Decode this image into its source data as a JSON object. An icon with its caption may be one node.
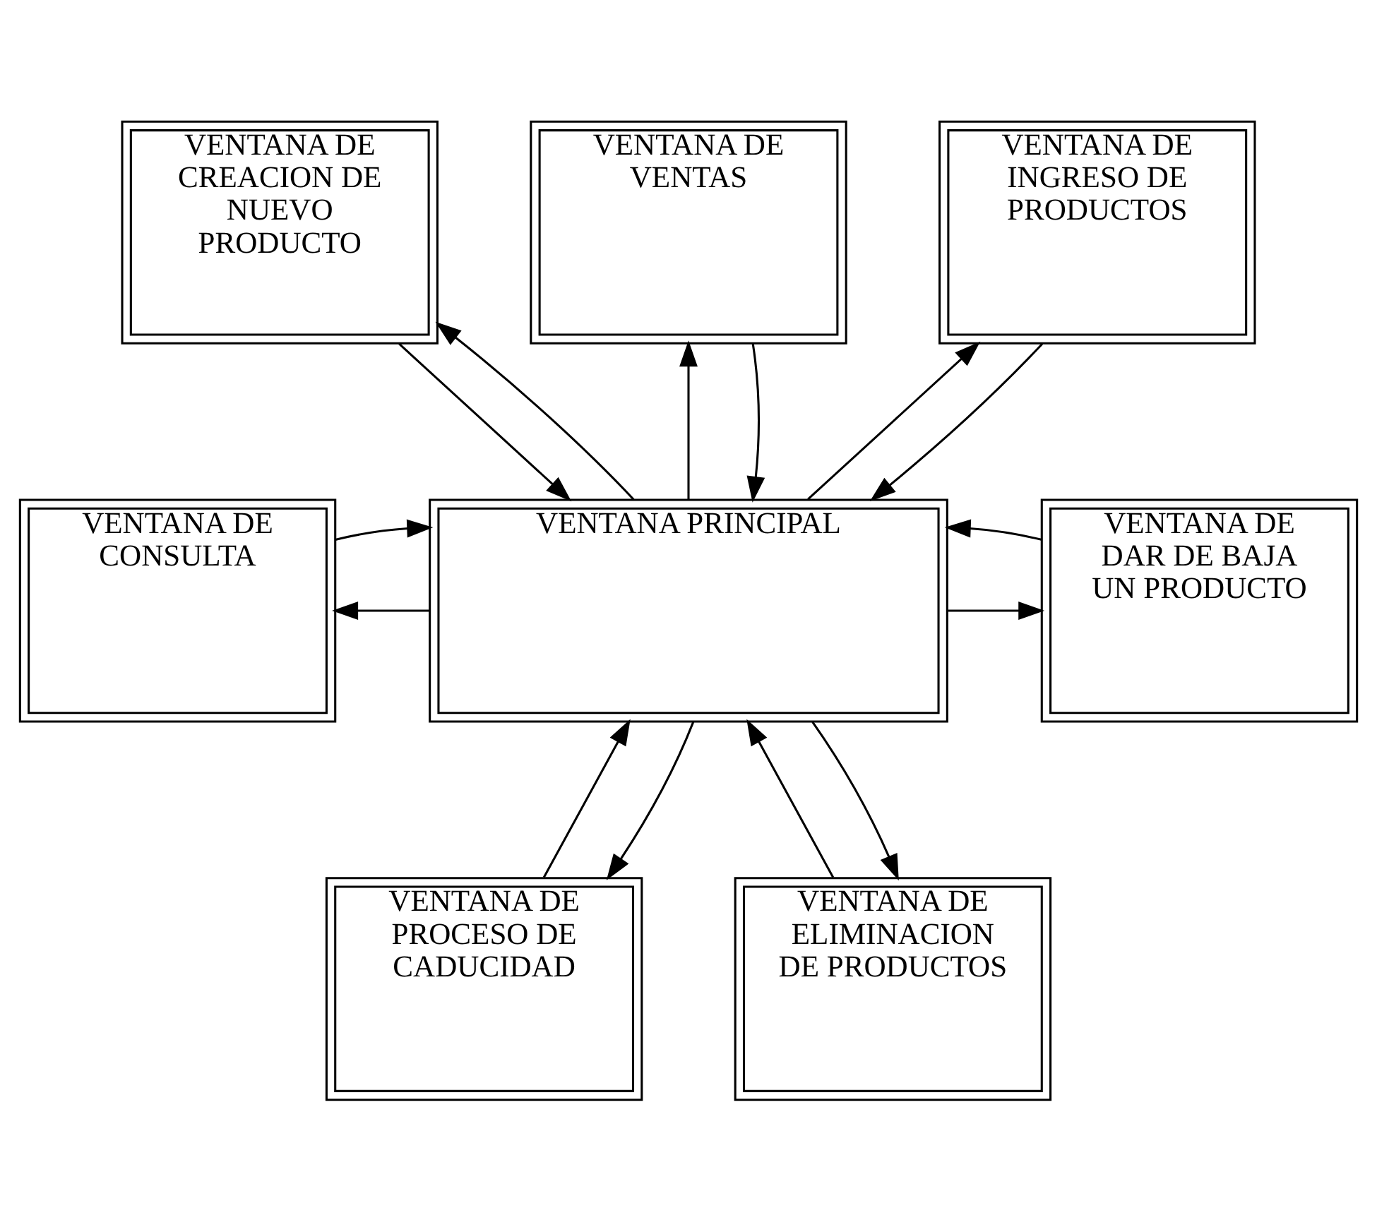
{
  "diagram": {
    "nodes": [
      {
        "text": [
          "VENTANA DE VENTAS"
        ]
      },
      {
        "text": [
          "VENTANA DE CREACION DE NUEVO PRODUCTO"
        ]
      },
      {
        "text": [
          "VENTANA DE INGRESO DE PRODUCTOS"
        ]
      },
      {
        "text": [
          "VENTANA PRINCIPAL"
        ]
      },
      {
        "text": [
          "VENTANA DE CONSULTA"
        ]
      },
      {
        "text": [
          "VENTANA DE DAR DE BAJA UN PRODUCTO"
        ]
      },
      {
        "text": [
          "VENTANA DE PROCESO DE CADUCIDAD"
        ]
      },
      {
        "text": [
          "VENTANA DE ELIMINACION DE PRODUCTOS"
        ]
      }
    ],
    "edges": [
      {
        "from": 3,
        "to": 0,
        "arrow": "to"
      },
      {
        "from": 0,
        "to": 3,
        "arrow": "to"
      },
      {
        "from": 1,
        "to": 3,
        "arrow": "to"
      },
      {
        "from": 3,
        "to": 1,
        "arrow": "to"
      },
      {
        "from": 3,
        "to": 2,
        "arrow": "to"
      },
      {
        "from": 2,
        "to": 3,
        "arrow": "to"
      },
      {
        "from": 3,
        "to": 4,
        "arrow": "to"
      },
      {
        "from": 4,
        "to": 3,
        "arrow": "to"
      },
      {
        "from": 3,
        "to": 5,
        "arrow": "to"
      },
      {
        "from": 5,
        "to": 3,
        "arrow": "to"
      },
      {
        "from": 6,
        "to": 3,
        "arrow": "to"
      },
      {
        "from": 3,
        "to": 6,
        "arrow": "to"
      },
      {
        "from": 7,
        "to": 3,
        "arrow": "to"
      },
      {
        "from": 3,
        "to": 7,
        "arrow": "to"
      }
    ]
  }
}
